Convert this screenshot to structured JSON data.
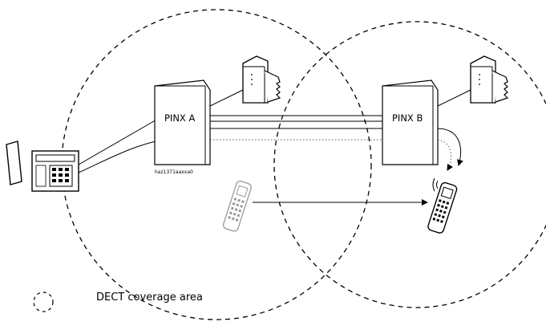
{
  "diagram": {
    "nodes": {
      "pinx_a": {
        "label": "PINX A"
      },
      "pinx_b": {
        "label": "PINX B"
      }
    },
    "figure_id": "haz1371aaxxa0",
    "legend": {
      "coverage_label": "DECT coverage area"
    }
  }
}
